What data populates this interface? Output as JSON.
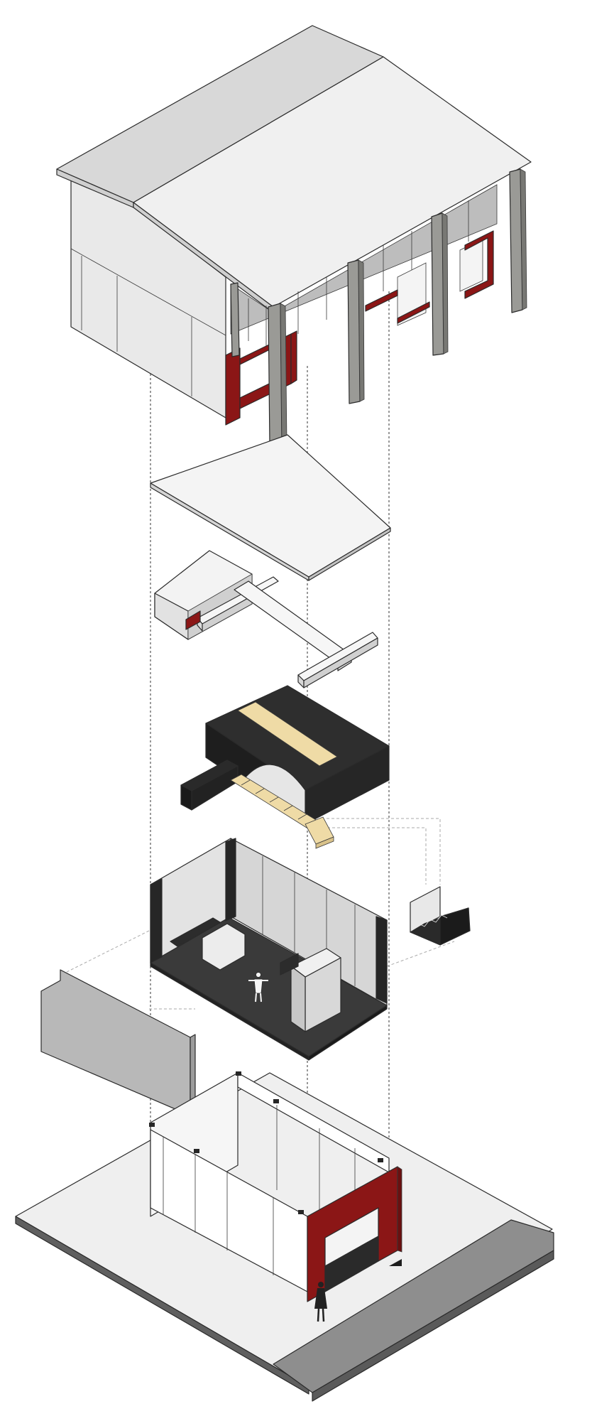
{
  "colors": {
    "accent_red": "#8b1616",
    "light_surface": "#ededed",
    "mid_gray": "#bdbdbd",
    "dark": "#262626",
    "concrete": "#9a9a96",
    "timber": "#efdba6",
    "background": "#ffffff"
  },
  "layers": [
    {
      "id": "roof-shell",
      "icon": "roof-shell-icon"
    },
    {
      "id": "ceiling-panel",
      "icon": "ceiling-panel-icon"
    },
    {
      "id": "beam-frame",
      "icon": "beam-frame-icon"
    },
    {
      "id": "dark-loft-volume",
      "icon": "loft-volume-icon"
    },
    {
      "id": "interior-floor",
      "icon": "interior-floor-icon"
    },
    {
      "id": "stair",
      "icon": "stair-icon"
    },
    {
      "id": "side-wall-panel",
      "icon": "wall-panel-icon"
    },
    {
      "id": "ground-shell",
      "icon": "ground-shell-icon"
    }
  ]
}
